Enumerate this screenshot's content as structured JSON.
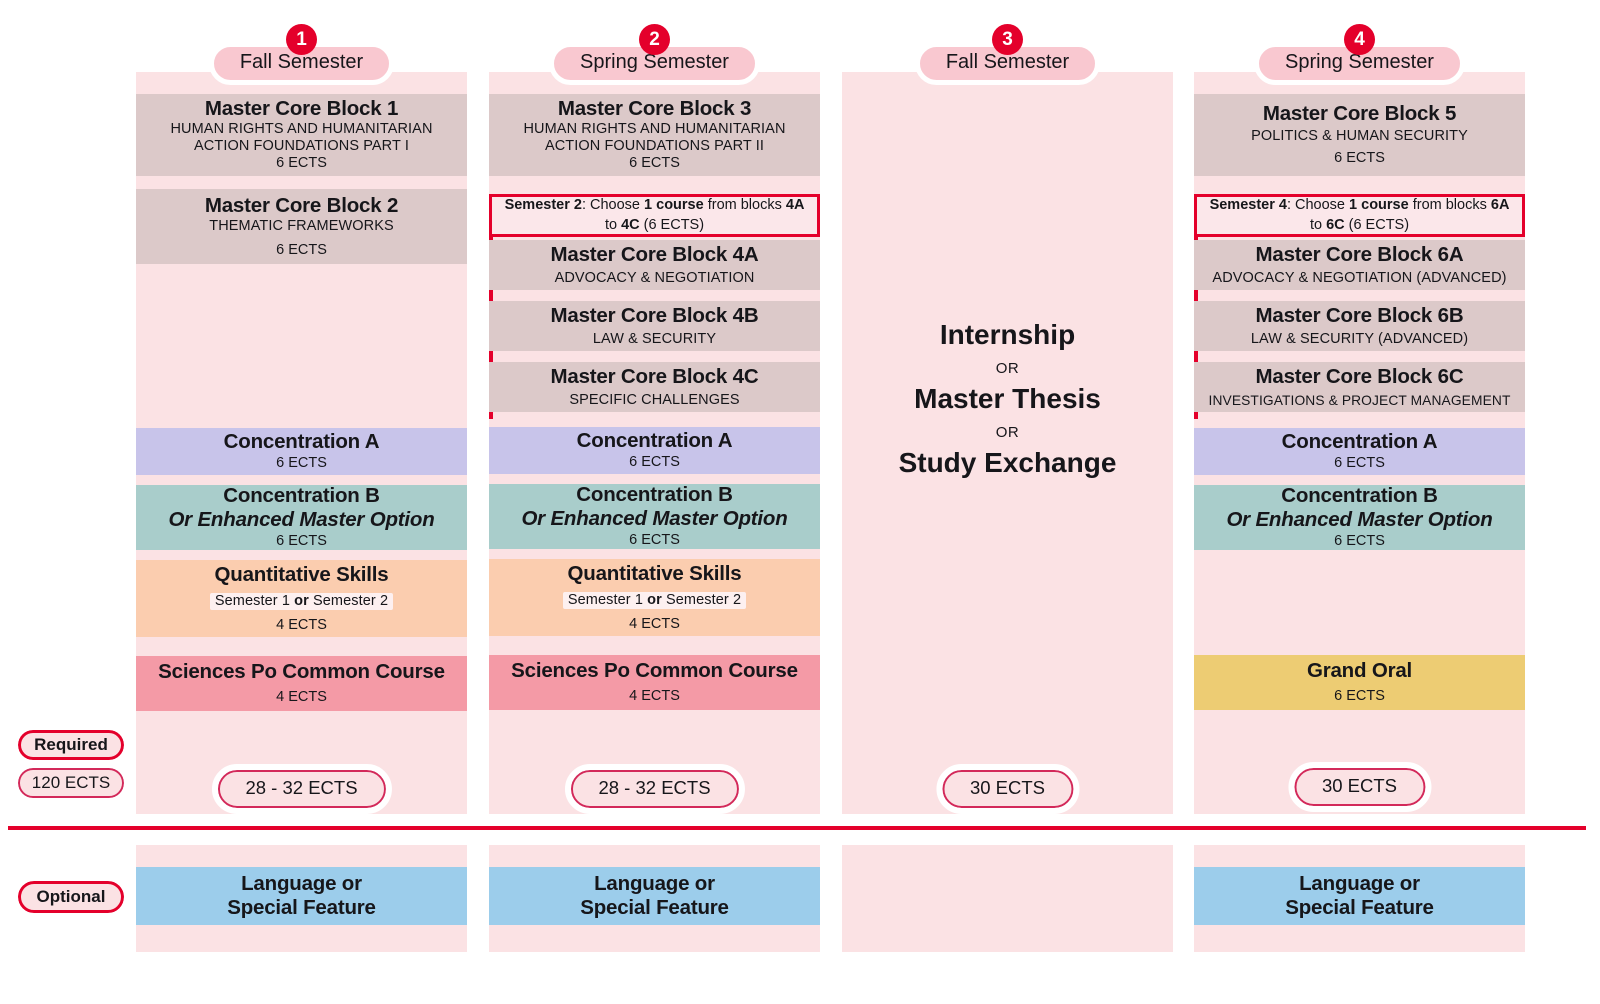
{
  "legend": {
    "required_label": "Required",
    "total_ects_label": "120 ECTS",
    "optional_label": "Optional"
  },
  "semesters": [
    {
      "number": "1",
      "name": "Fall Semester",
      "total_label": "28 - 32 ECTS",
      "blocks": [
        {
          "name": "core-block-1",
          "title": "Master Core Block 1",
          "subtitle": "HUMAN RIGHTS AND HUMANITARIAN ACTION FOUNDATIONS PART I",
          "ects": "6 ECTS"
        },
        {
          "name": "core-block-2",
          "title": "Master Core Block 2",
          "subtitle": "THEMATIC FRAMEWORKS",
          "ects": "6 ECTS"
        },
        {
          "name": "concentration-a",
          "title": "Concentration A",
          "subtitle": "",
          "ects": "6 ECTS"
        },
        {
          "name": "concentration-b",
          "title": "Concentration B",
          "title2": "Or Enhanced Master Option",
          "subtitle": "",
          "ects": "6 ECTS"
        },
        {
          "name": "quantitative-skills",
          "title": "Quantitative Skills",
          "subtitle": "Semester 1 or Semester 2",
          "ects": "4 ECTS"
        },
        {
          "name": "sciences-po-common-course",
          "title": "Sciences Po Common Course",
          "subtitle": "",
          "ects": "4 ECTS"
        }
      ],
      "optional_block": {
        "line1": "Language or",
        "line2": "Special Feature"
      }
    },
    {
      "number": "2",
      "name": "Spring Semester",
      "total_label": "28 - 32 ECTS",
      "choice_note": {
        "lead": "Semester 2",
        "text_a": ": Choose ",
        "bold_a": "1 course",
        "text_b": " from blocks ",
        "bold_b": "4A",
        "text_c": " to ",
        "bold_c": "4C",
        "text_d": " (6 ECTS)"
      },
      "blocks": [
        {
          "name": "core-block-3",
          "title": "Master Core Block 3",
          "subtitle": "HUMAN RIGHTS AND HUMANITARIAN ACTION FOUNDATIONS PART II",
          "ects": "6 ECTS"
        },
        {
          "name": "core-block-4a",
          "title": "Master Core Block 4A",
          "subtitle": "ADVOCACY & NEGOTIATION",
          "ects": ""
        },
        {
          "name": "core-block-4b",
          "title": "Master Core Block 4B",
          "subtitle": "LAW & SECURITY",
          "ects": ""
        },
        {
          "name": "core-block-4c",
          "title": "Master Core Block 4C",
          "subtitle": "SPECIFIC CHALLENGES",
          "ects": ""
        },
        {
          "name": "concentration-a",
          "title": "Concentration A",
          "subtitle": "",
          "ects": "6 ECTS"
        },
        {
          "name": "concentration-b",
          "title": "Concentration B",
          "title2": "Or Enhanced Master Option",
          "subtitle": "",
          "ects": "6 ECTS"
        },
        {
          "name": "quantitative-skills",
          "title": "Quantitative Skills",
          "subtitle": "Semester 1 or Semester 2",
          "ects": "4 ECTS"
        },
        {
          "name": "sciences-po-common-course",
          "title": "Sciences Po Common Course",
          "subtitle": "",
          "ects": "4 ECTS"
        }
      ],
      "optional_block": {
        "line1": "Language or",
        "line2": "Special Feature"
      }
    },
    {
      "number": "3",
      "name": "Fall Semester",
      "total_label": "30 ECTS",
      "internship": {
        "option1": "Internship",
        "or1": "OR",
        "option2": "Master Thesis",
        "or2": "OR",
        "option3": "Study Exchange"
      }
    },
    {
      "number": "4",
      "name": "Spring Semester",
      "total_label": "30 ECTS",
      "choice_note": {
        "lead": "Semester 4",
        "text_a": ": Choose ",
        "bold_a": "1 course",
        "text_b": " from blocks ",
        "bold_b": "6A",
        "text_c": " to ",
        "bold_c": "6C",
        "text_d": " (6 ECTS)"
      },
      "blocks": [
        {
          "name": "core-block-5",
          "title": "Master Core Block 5",
          "subtitle": "POLITICS & HUMAN SECURITY",
          "ects": "6 ECTS"
        },
        {
          "name": "core-block-6a",
          "title": "Master Core Block 6A",
          "subtitle": "ADVOCACY & NEGOTIATION (ADVANCED)",
          "ects": ""
        },
        {
          "name": "core-block-6b",
          "title": "Master Core Block 6B",
          "subtitle": "LAW & SECURITY (ADVANCED)",
          "ects": ""
        },
        {
          "name": "core-block-6c",
          "title": "Master Core Block 6C",
          "subtitle": "INVESTIGATIONS & PROJECT MANAGEMENT",
          "ects": ""
        },
        {
          "name": "concentration-a",
          "title": "Concentration A",
          "subtitle": "",
          "ects": "6 ECTS"
        },
        {
          "name": "concentration-b",
          "title": "Concentration B",
          "title2": "Or Enhanced Master Option",
          "subtitle": "",
          "ects": "6 ECTS"
        },
        {
          "name": "grand-oral",
          "title": "Grand Oral",
          "subtitle": "",
          "ects": "6 ECTS"
        }
      ],
      "optional_block": {
        "line1": "Language or",
        "line2": "Special Feature"
      }
    }
  ],
  "quant_semester_parts": {
    "a": "Semester 1 ",
    "b": "or",
    "c": " Semester 2"
  },
  "colors": {
    "accent_red": "#e4002b",
    "column_bg": "#fbe2e4",
    "core_block": "#dcc9c9",
    "concentration_a": "#c8c4ea",
    "concentration_b": "#a9cdcb",
    "quantitative": "#fbcdaf",
    "common_course": "#f49aa6",
    "grand_oral": "#edcc73",
    "language": "#9ccdeb"
  }
}
